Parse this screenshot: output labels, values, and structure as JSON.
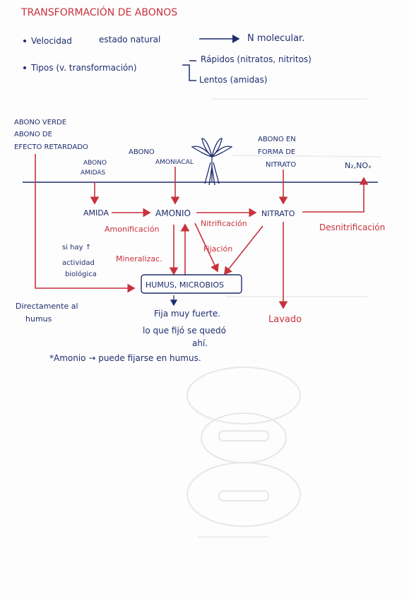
{
  "title": "TRANSFORMACIÓN DE ABONOS",
  "bullets": {
    "velocidad": {
      "label": "Velocidad",
      "from": "estado natural",
      "to": "N molecular."
    },
    "tipos": {
      "label": "Tipos (v. transformación)",
      "rapidos": "Rápidos (nitratos, nitritos)",
      "lentos": "Lentos (amidas)"
    }
  },
  "diagram": {
    "abono_verde": [
      "ABONO VERDE",
      "ABONO DE",
      "EFECTO RETARDADO"
    ],
    "abono_amidas": [
      "ABONO",
      "AMIDAS"
    ],
    "abono_amoniacal": [
      "ABONO",
      "AMONIACAL"
    ],
    "abono_nitrato": [
      "ABONO EN",
      "FORMA DE",
      "NITRATO"
    ],
    "gases": "N₂,NOₓ",
    "amida": "AMIDA",
    "amonio": "AMONIO",
    "nitrato": "NITRATO",
    "amonificacion": "Amonificación",
    "nitrificacion": "Nitrificación",
    "desnitrificacion": "Desnitrificación",
    "fijacion": "Fijación",
    "mineralizac": "Mineralizac.",
    "actividad": [
      "si hay ↑",
      "actividad",
      "biológica"
    ],
    "humus": "HUMUS, MICROBIOS",
    "directamente": [
      "Directamente al",
      "humus"
    ],
    "fija": "Fija muy fuerte.",
    "queda": [
      "lo que fijó se quedó",
      "ahí."
    ],
    "nota": "*Amonio → puede fijarse en humus.",
    "lavado": "Lavado"
  },
  "colors": {
    "ink_blue": "#1f2d6e",
    "ink_red": "#c8323c",
    "bleed": "#c9ccd4"
  }
}
